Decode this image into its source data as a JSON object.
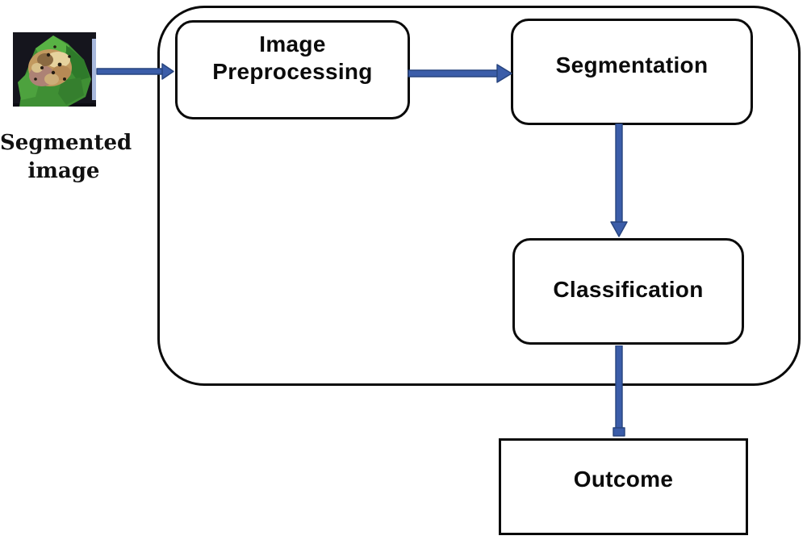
{
  "diagram": {
    "caption": "Segmented\nimage",
    "nodes": {
      "preprocessing": "Image Preprocessing",
      "segmentation": "Segmentation",
      "classification": "Classification",
      "outcome": "Outcome"
    },
    "colors": {
      "arrow_fill": "#3b5da9",
      "arrow_stroke": "#27447e",
      "box_border": "#0a0a0a",
      "background": "#ffffff"
    }
  }
}
